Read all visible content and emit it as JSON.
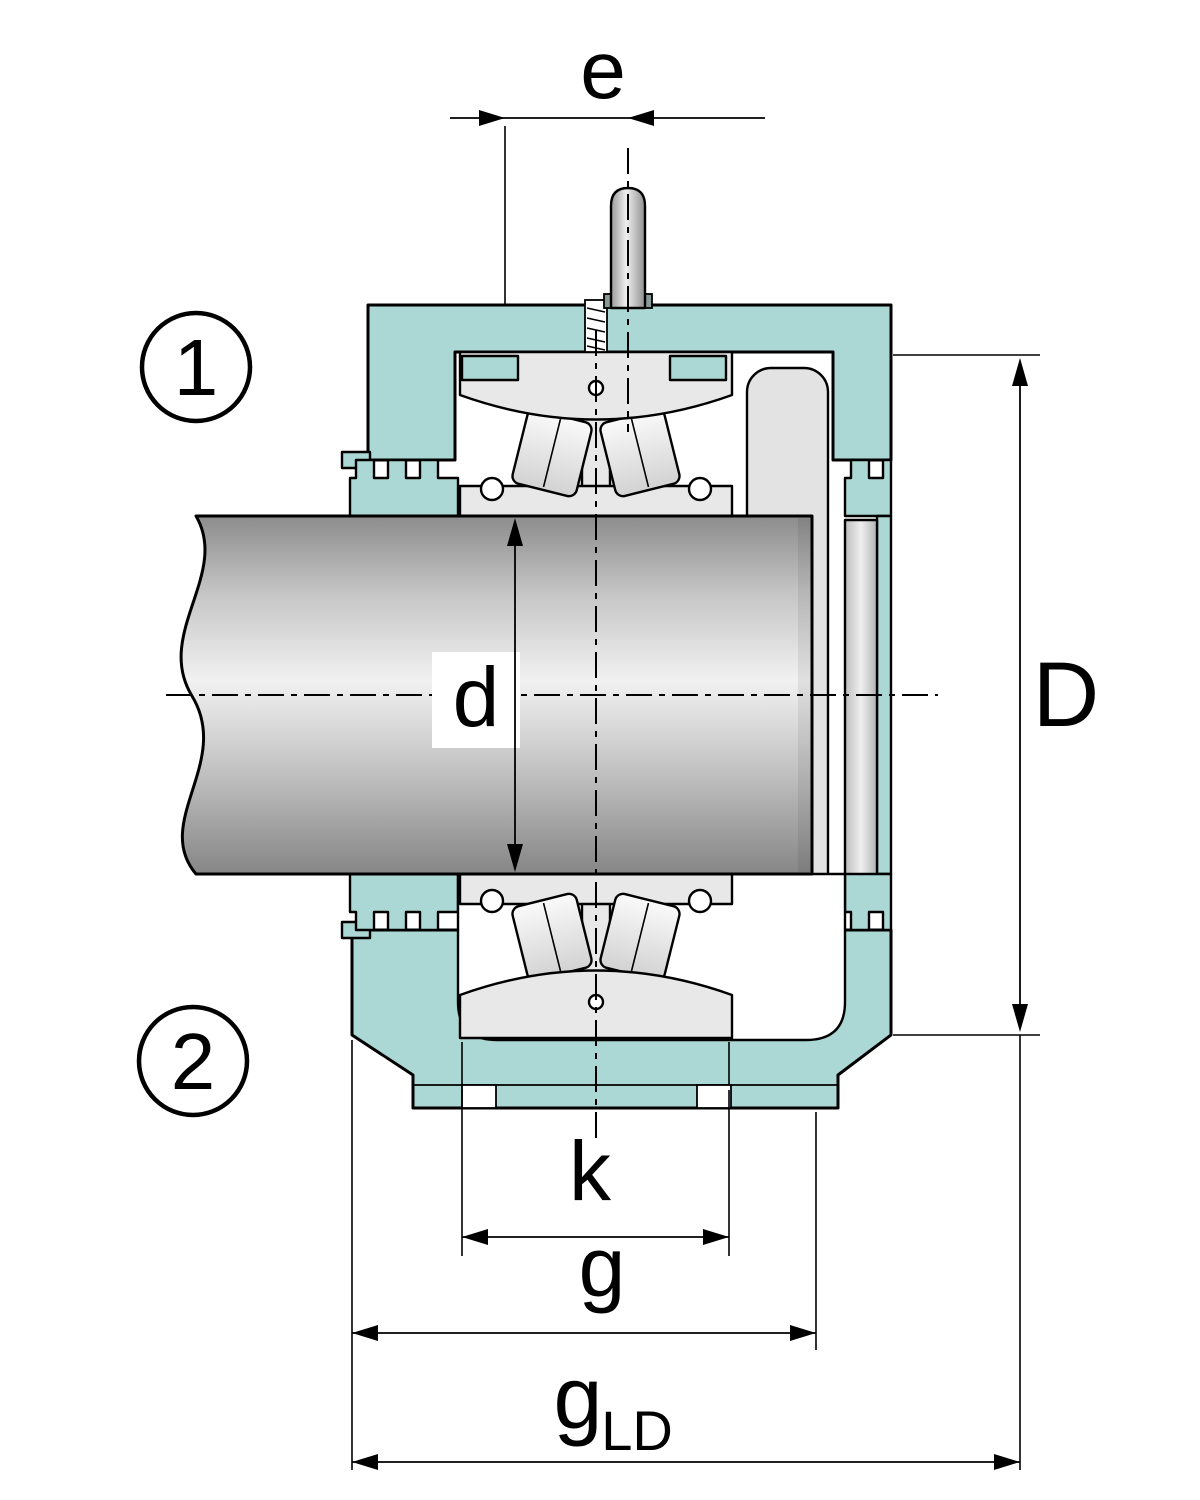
{
  "figure": {
    "callouts": {
      "one": "1",
      "two": "2"
    },
    "dims": {
      "e": "e",
      "d": "d",
      "D": "D",
      "k": "k",
      "g": "g",
      "gld_base": "g",
      "gld_sub": "LD"
    },
    "colors": {
      "housing": "#abd8d4",
      "steel": "#e8e8e8",
      "seat": "#e3e3e3",
      "cover_mid": "#ededed",
      "outline": "#000000"
    }
  }
}
